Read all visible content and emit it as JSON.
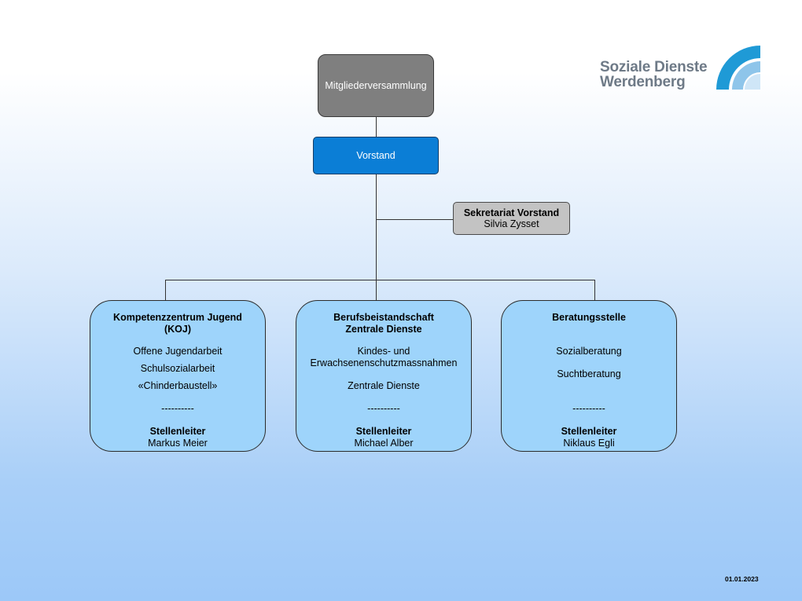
{
  "logo": {
    "line1": "Soziale Dienste",
    "line2": "Werdenberg",
    "text_color": "#6e7a87",
    "arc_colors": [
      "#1f9ad6",
      "#8ec5ea",
      "#cfe6f7"
    ]
  },
  "org": {
    "top": {
      "label": "Mitgliederversammlung"
    },
    "board": {
      "label": "Vorstand"
    },
    "secretariat": {
      "title": "Sekretariat Vorstand",
      "name": "Silvia Zysset"
    },
    "units": [
      {
        "title_line1": "Kompetenzzentrum Jugend",
        "title_line2": "(KOJ)",
        "items": [
          "Offene Jugendarbeit",
          "Schulsozialarbeit",
          "«Chinderbaustell»"
        ],
        "separator": "----------",
        "role": "Stellenleiter",
        "name": "Markus Meier"
      },
      {
        "title_line1": "Berufsbeistandschaft",
        "title_line2": "Zentrale Dienste",
        "items": [
          "Kindes- und",
          "Erwachsenenschutzmassnahmen",
          "Zentrale Dienste"
        ],
        "separator": "----------",
        "role": "Stellenleiter",
        "name": "Michael Alber"
      },
      {
        "title_line1": "Beratungsstelle",
        "items": [
          "Sozialberatung",
          "Suchtberatung"
        ],
        "separator": "----------",
        "role": "Stellenleiter",
        "name": "Niklaus Egli"
      }
    ]
  },
  "footer": {
    "date": "01.01.2023"
  },
  "colors": {
    "top_node": "#7f7f7f",
    "board_node": "#0b7ed6",
    "secretariat_node": "#c3c3c3",
    "unit_node": "#9ed4fb",
    "connector": "#333333"
  }
}
